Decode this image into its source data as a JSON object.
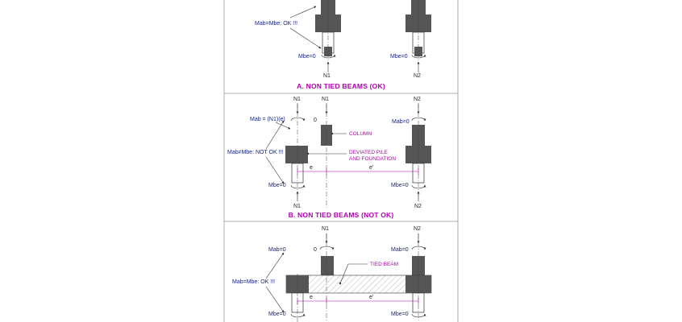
{
  "panels": {
    "a": {
      "title": "A. NON TIED BEAMS (OK)",
      "mab_mbe": "Mab=Mbe: OK !!!",
      "mbe_left": "Mbe=0",
      "mbe_right": "Mbe=0",
      "n_left": "N1",
      "n_right": "N2"
    },
    "b": {
      "title": "B. NON TIED BEAMS (NOT OK)",
      "n1_outer": "N1",
      "n1_inner": "N1",
      "n2_top": "N2",
      "zero_top": "0",
      "mab_eq": "Mab = (N1)(e)",
      "mab_right": "Mab=0",
      "mab_not": "Mab≠Mbe: NOT OK !!!",
      "column": "COLUMN",
      "deviated_1": "DEVIATED PILE",
      "deviated_2": "AND FOUNDATION",
      "e": "e",
      "e_prime": "e'",
      "mbe_left": "Mbe=0",
      "mbe_right": "Mbe=0",
      "n1_bottom": "N1",
      "n2_bottom": "N2"
    },
    "c": {
      "n1_top": "N1",
      "n2_top": "N2",
      "zero_top": "0",
      "mab_left": "Mab=0",
      "mab_right": "Mab=0",
      "tied_beam": "TIED BEAM",
      "mab_ok": "Mab=Mbe: OK !!!",
      "e": "e",
      "e_prime": "e'",
      "mbe_left": "Mbe=0",
      "mbe_right": "Mbe=0"
    }
  },
  "colors": {
    "magenta": "#b000b0",
    "navy": "#1a237e",
    "concrete": "#555555"
  }
}
